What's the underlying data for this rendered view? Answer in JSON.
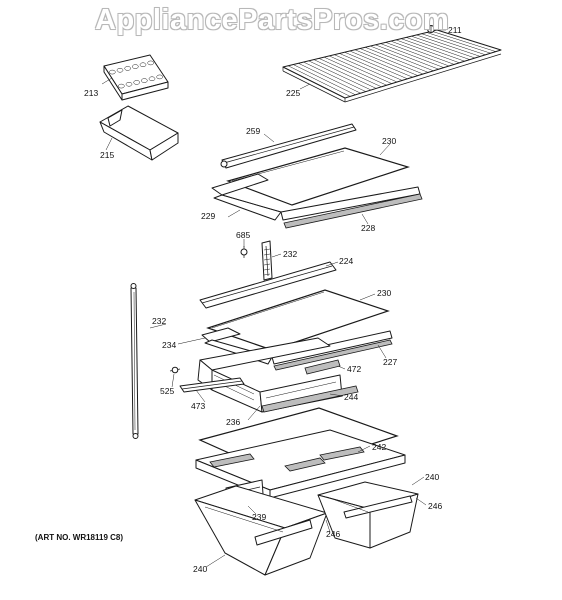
{
  "watermark": "AppliancePartsPros.com",
  "art_number": "(ART NO. WR18119 C8)",
  "callouts": {
    "c211": "211",
    "c213": "213",
    "c225": "225",
    "c215": "215",
    "c259": "259",
    "c230a": "230",
    "c229": "229",
    "c228": "228",
    "c685": "685",
    "c232a": "232",
    "c224": "224",
    "c230b": "230",
    "c232b": "232",
    "c234": "234",
    "c227": "227",
    "c472": "472",
    "c525": "525",
    "c473": "473",
    "c244": "244",
    "c236": "236",
    "c242": "242",
    "c240a": "240",
    "c246a": "246",
    "c239": "239",
    "c246b": "246",
    "c240b": "240"
  }
}
